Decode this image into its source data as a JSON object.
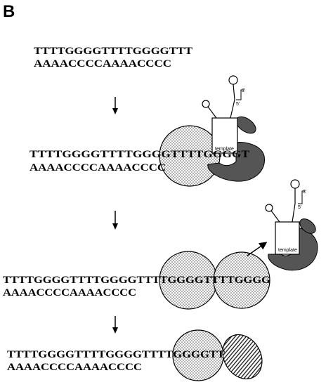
{
  "panel_label": "B",
  "steps": [
    {
      "top": "TTTTGGGGTTTTGGGGTTT",
      "bottom": "AAAACCCCAAAACCCC"
    },
    {
      "top": "TTTTGGGGTTTTGGGGTTTTGGGGT",
      "bottom": "AAAACCCCAAAACCCC"
    },
    {
      "top": "TTTTGGGGTTTTGGGGTTTTGGGGTTTTGGGG",
      "bottom": "AAAACCCCAAAACCCC"
    },
    {
      "top": "TTTTGGGGTTTTGGGGTTTTGGGGTT",
      "bottom": "AAAACCCCAAAACCCC"
    }
  ],
  "telomerase": {
    "template_label": "template",
    "five_prime": "5'",
    "three_prime": "3'"
  },
  "colors": {
    "ink": "#000000",
    "dark_protein": "#555555",
    "stipple": "#cfcfcf"
  }
}
